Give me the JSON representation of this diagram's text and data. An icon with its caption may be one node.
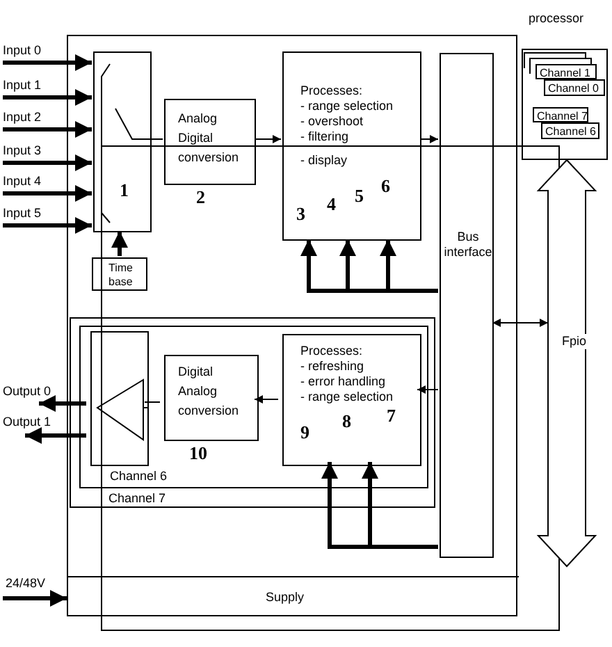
{
  "diagram": {
    "nodes": [
      {
        "text": [],
        "shape": "box"
      },
      {
        "text": [
          "Input 0"
        ]
      },
      {
        "text": [
          "Input 1"
        ]
      },
      {
        "text": [
          "Input 2"
        ]
      },
      {
        "text": [
          "Input 3"
        ]
      },
      {
        "text": [
          "Input 4"
        ]
      },
      {
        "text": [
          "Input 5"
        ]
      },
      {
        "text": [
          "1"
        ],
        "in": 0
      },
      {
        "text": [
          "Time base"
        ],
        "in": 0
      },
      {
        "text": [
          "Analog Digital conversion"
        ],
        "beside": [
          "2"
        ],
        "in": 0
      },
      {
        "text": [
          "Processes:",
          "- range selection",
          "- overshoot",
          "- filtering",
          "- display",
          "3",
          "4",
          "5",
          "6"
        ],
        "in": 0
      },
      {
        "text": [
          "Bus interface"
        ],
        "in": 0
      },
      {
        "text": [
          "processor"
        ]
      },
      {
        "text": [
          "Channel 1"
        ],
        "in": 12
      },
      {
        "text": [
          "Channel 0"
        ],
        "in": 12
      },
      {
        "text": [
          "Channel 7"
        ],
        "in": 12
      },
      {
        "text": [
          "Channel 6"
        ],
        "in": 12
      },
      {
        "text": [
          "Output 0"
        ]
      },
      {
        "text": [
          "Output 1"
        ]
      },
      {
        "text": [
          "Channel 7"
        ],
        "in": 0
      },
      {
        "text": [
          "Channel 6"
        ],
        "in": 19
      },
      {
        "text": [],
        "shape": "box",
        "in": 20
      },
      {
        "text": [
          "Digital Analog conversion"
        ],
        "beside": [
          "10"
        ],
        "in": 20
      },
      {
        "text": [
          "Processes:",
          "- refreshing",
          "- error handling",
          "- range selection",
          "9",
          "8",
          "7"
        ],
        "in": 20
      },
      {
        "text": [
          "24/48V"
        ]
      },
      {
        "text": [
          "Supply"
        ],
        "in": 0
      }
    ],
    "edges": [
      {
        "from": 1,
        "to": 7,
        "arrow": "to"
      },
      {
        "from": 2,
        "to": 7,
        "arrow": "to"
      },
      {
        "from": 3,
        "to": 7,
        "arrow": "to"
      },
      {
        "from": 4,
        "to": 7,
        "arrow": "to"
      },
      {
        "from": 5,
        "to": 7,
        "arrow": "to"
      },
      {
        "from": 6,
        "to": 7,
        "arrow": "to"
      },
      {
        "from": 8,
        "to": 7,
        "arrow": "to"
      },
      {
        "from": 7,
        "to": 9,
        "arrow": "none"
      },
      {
        "from": 9,
        "to": 10,
        "arrow": "to"
      },
      {
        "from": 10,
        "to": 11,
        "arrow": "to"
      },
      {
        "from": 11,
        "to": 10,
        "arrow": "to"
      },
      {
        "from": 11,
        "to": 10,
        "arrow": "to"
      },
      {
        "from": 11,
        "to": 10,
        "arrow": "to"
      },
      {
        "from": 12,
        "to": null,
        "arrow": "both",
        "label": "Fpio"
      },
      {
        "from": 11,
        "to": null,
        "arrow": "both"
      },
      {
        "from": 11,
        "to": 23,
        "arrow": "to"
      },
      {
        "from": 23,
        "to": 22,
        "arrow": "to"
      },
      {
        "from": 22,
        "to": 21,
        "arrow": "none"
      },
      {
        "from": 21,
        "to": 17,
        "arrow": "to"
      },
      {
        "from": 21,
        "to": 18,
        "arrow": "to"
      },
      {
        "from": 11,
        "to": 23,
        "arrow": "to"
      },
      {
        "from": 11,
        "to": 23,
        "arrow": "to"
      },
      {
        "from": 24,
        "to": 25,
        "arrow": "to"
      }
    ]
  }
}
